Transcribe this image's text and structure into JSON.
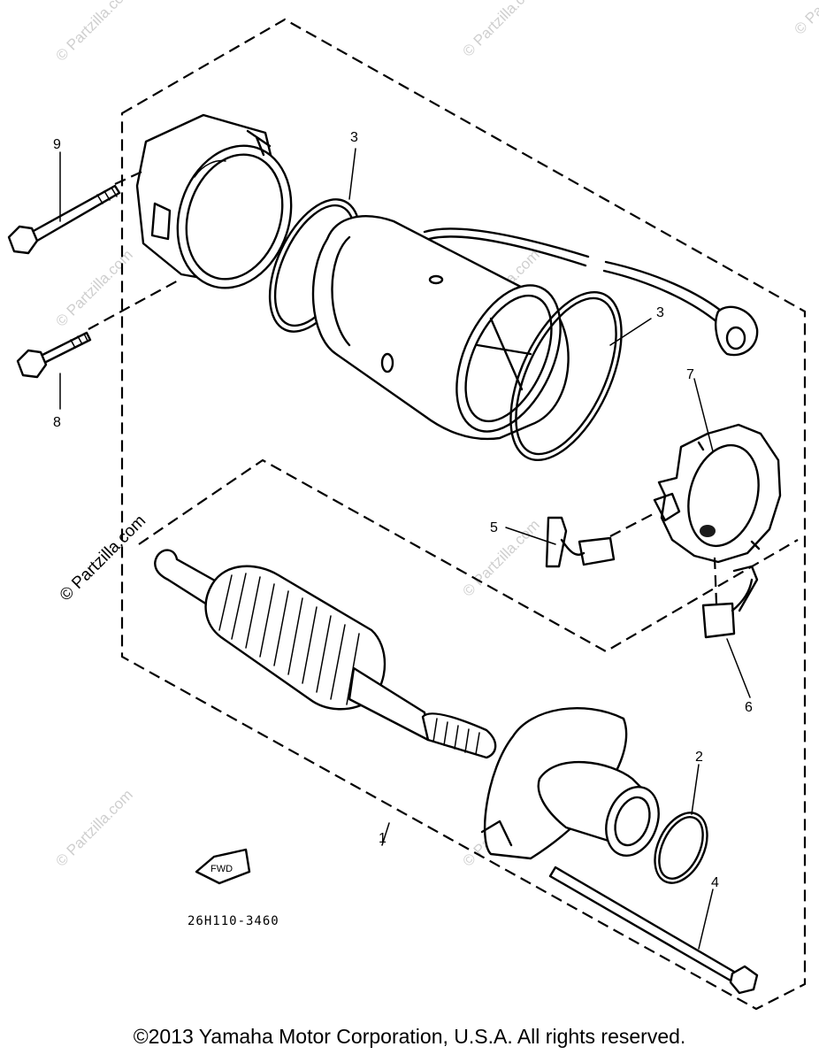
{
  "diagram": {
    "callouts": [
      {
        "id": "1",
        "label": "1"
      },
      {
        "id": "2",
        "label": "2"
      },
      {
        "id": "3a",
        "label": "3"
      },
      {
        "id": "3b",
        "label": "3"
      },
      {
        "id": "4",
        "label": "4"
      },
      {
        "id": "5",
        "label": "5"
      },
      {
        "id": "6",
        "label": "6"
      },
      {
        "id": "7",
        "label": "7"
      },
      {
        "id": "8",
        "label": "8"
      },
      {
        "id": "9",
        "label": "9"
      }
    ],
    "fwd_label": "FWD",
    "figure_code": "26H110-3460",
    "watermark": "© Partzilla.com"
  },
  "footer": {
    "copyright": "©2013 Yamaha Motor Corporation, U.S.A. All rights reserved."
  }
}
